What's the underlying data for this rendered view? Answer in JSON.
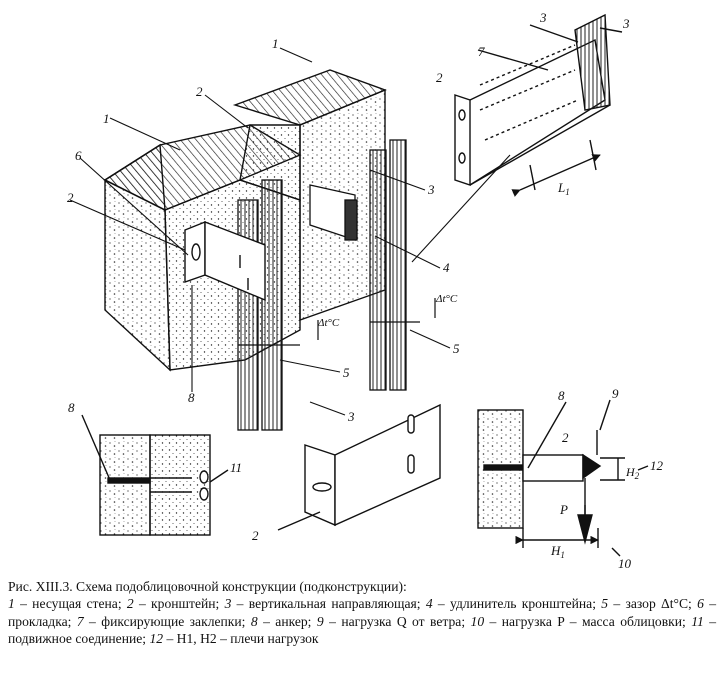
{
  "figure": {
    "labels": {
      "wall": "1",
      "bracket": "2",
      "guide": "3",
      "extender": "4",
      "gap": "5",
      "pad": "6",
      "rivets": "7",
      "anchor": "8",
      "wind_load": "9",
      "weight_load": "10",
      "joint": "11",
      "arms": "12"
    },
    "dims": {
      "l1": "L",
      "l1_sub": "1",
      "h1": "H",
      "h1_sub": "1",
      "h2": "H",
      "h2_sub": "2",
      "p": "P",
      "dt": "Δt°C"
    }
  },
  "caption": {
    "title": "Рис. XIII.3. Схема подоблицовочной конструкции (подконструкции):",
    "items": [
      {
        "num": "1",
        "text": " – несущая стена; "
      },
      {
        "num": "2",
        "text": " – кронштейн; "
      },
      {
        "num": "3",
        "text": " – вертикальная направляющая; "
      },
      {
        "num": "4",
        "text": " – удлинитель кронштейна; "
      },
      {
        "num": "5",
        "text": " – зазор Δt°C; "
      },
      {
        "num": "6",
        "text": " – прокладка; "
      },
      {
        "num": "7",
        "text": " – фиксирующие заклепки; "
      },
      {
        "num": "8",
        "text": " – анкер; "
      },
      {
        "num": "9",
        "text": " – нагрузка Q от ветра; "
      },
      {
        "num": "10",
        "text": " – нагрузка P – масса облицовки; "
      },
      {
        "num": "11",
        "text": " – подвижное соединение; "
      },
      {
        "num": "12",
        "text": " – H1, H2 – плечи нагрузок"
      }
    ]
  }
}
